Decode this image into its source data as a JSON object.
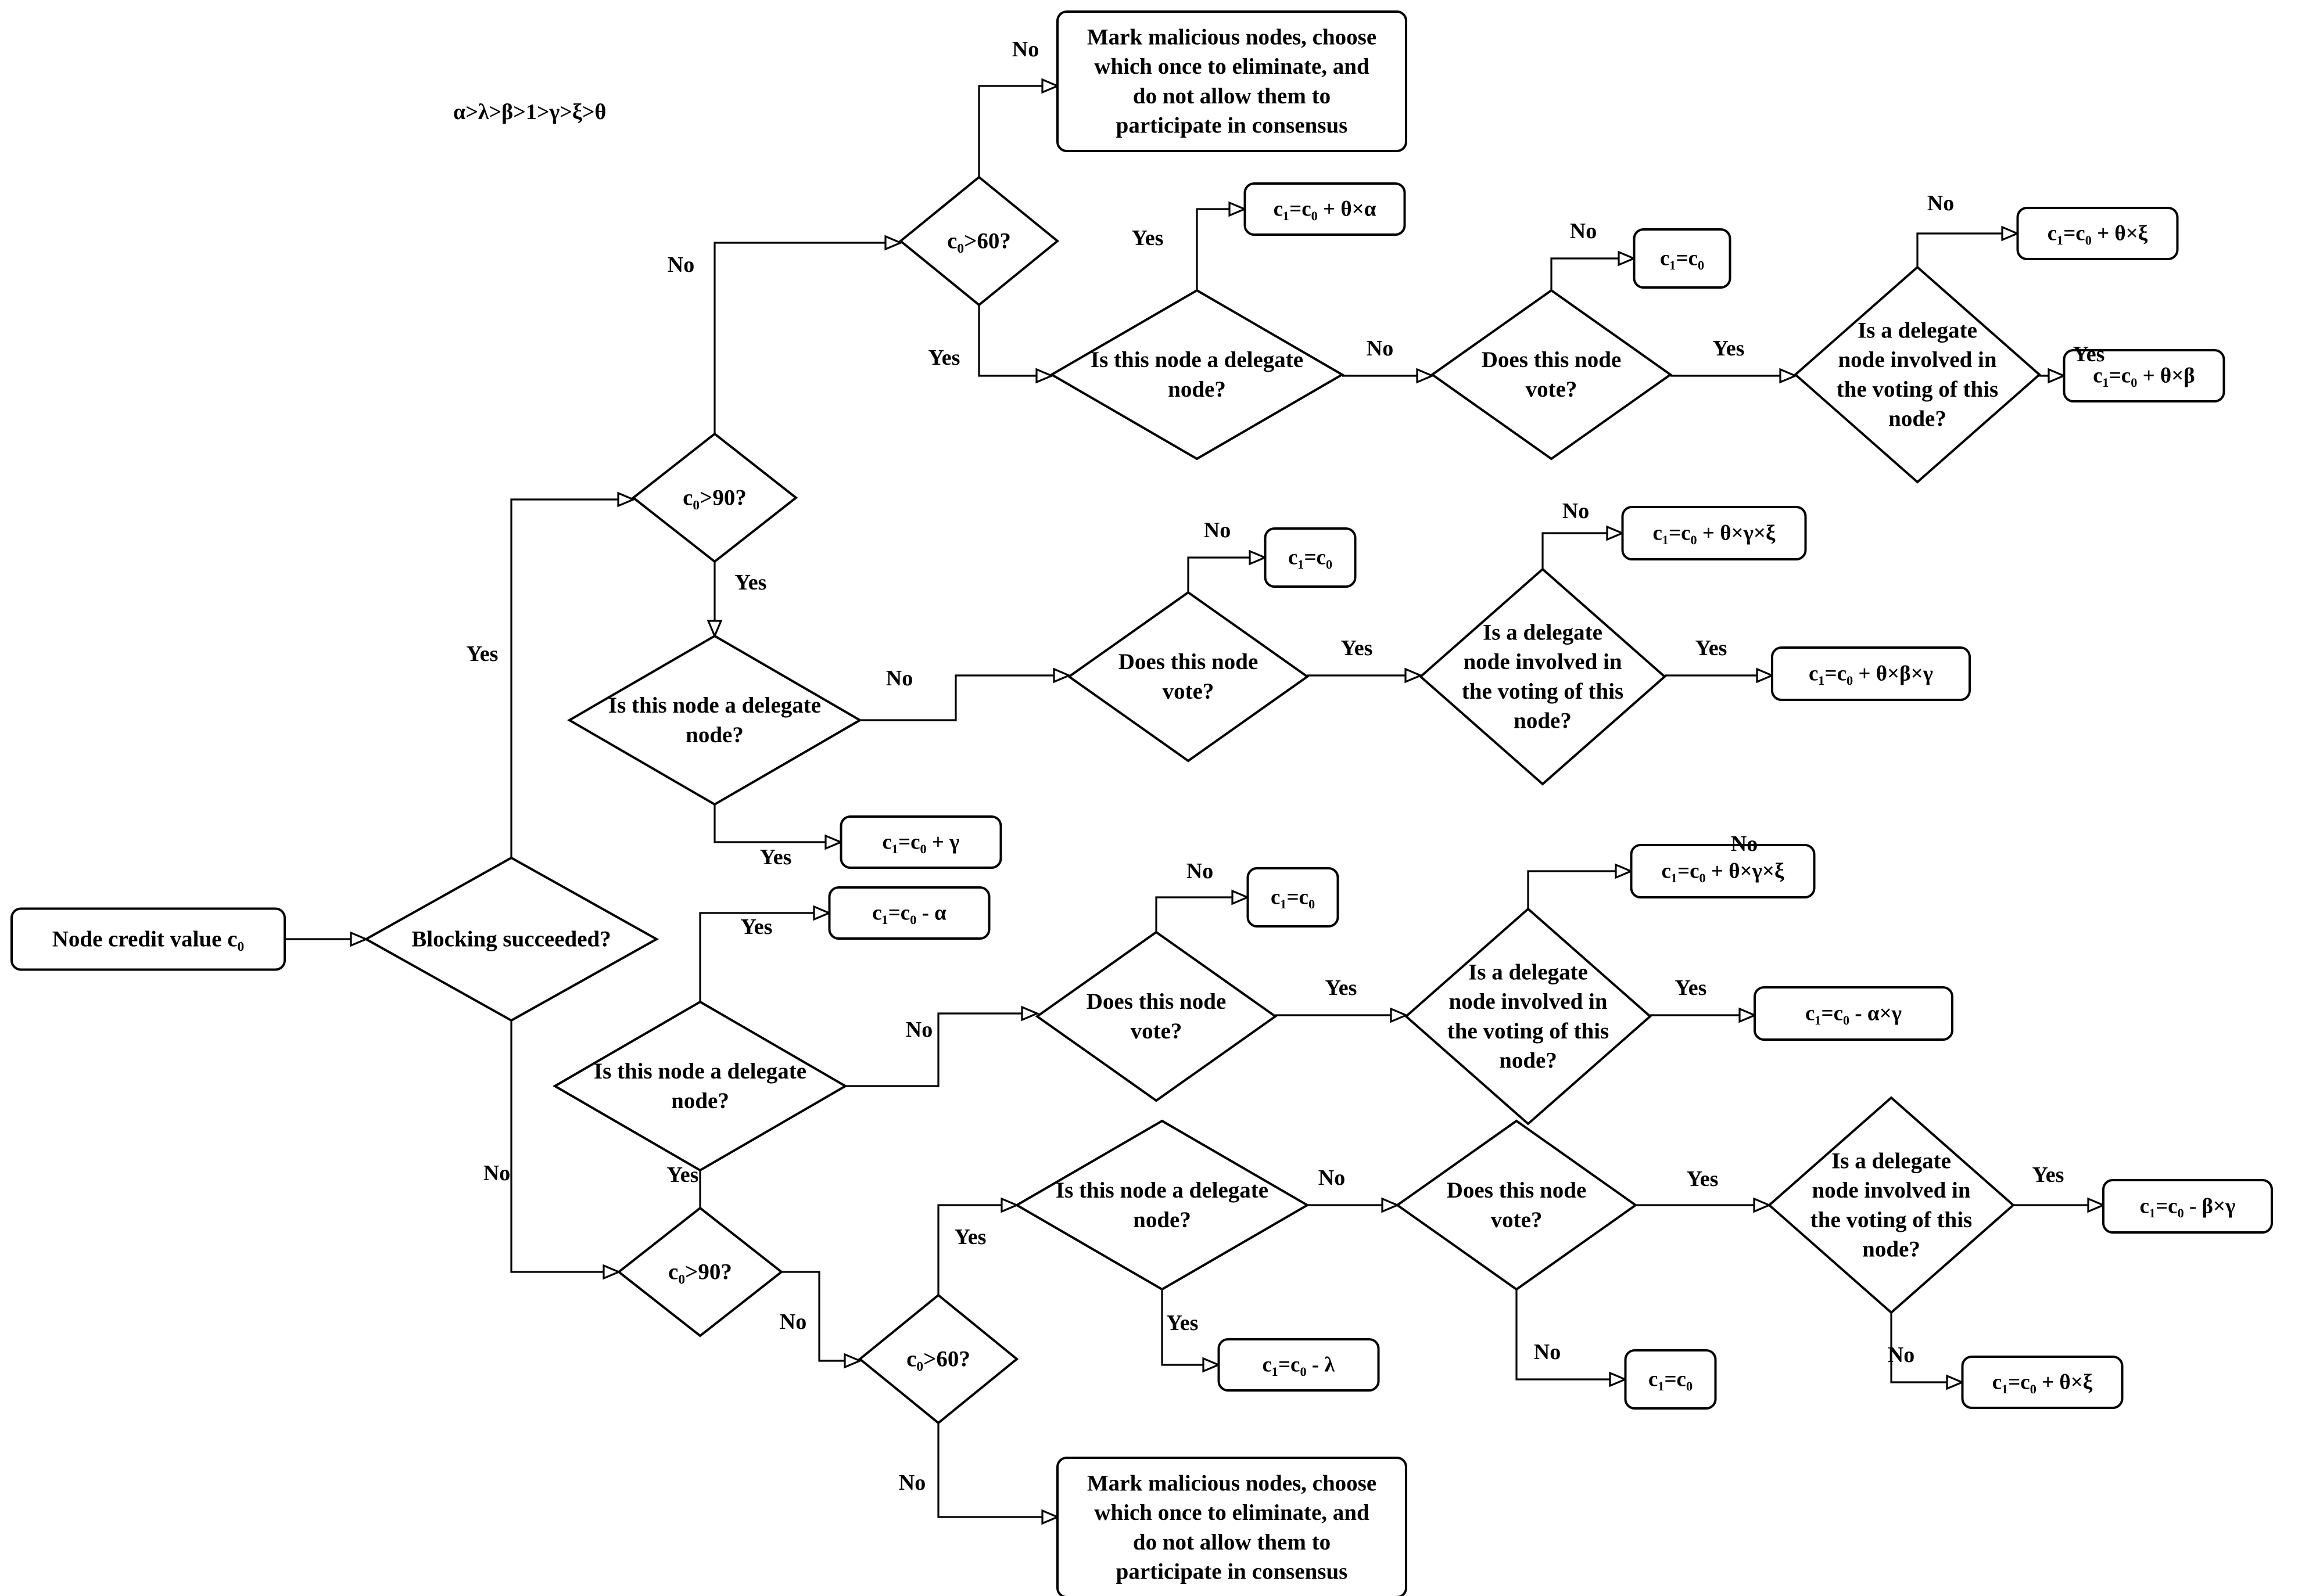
{
  "constraint": "α>λ>β>1>γ>ξ>θ",
  "labels": {
    "yes": "Yes",
    "no": "No"
  },
  "nodes": {
    "start": [
      "Node credit value c₀"
    ],
    "blocking": [
      "Blocking succeeded?"
    ],
    "a_c090": [
      "c₀>90?"
    ],
    "a_c060": [
      "c₀>60?"
    ],
    "a_mal": [
      "Mark malicious nodes, choose",
      "which once to eliminate, and",
      "do not allow them to",
      "participate in consensus"
    ],
    "a_r_alpha": [
      "c₁=c₀ + θ×α"
    ],
    "a_del1": [
      "Is this node a delegate",
      "node?"
    ],
    "a_vote1": [
      "Does this node",
      "vote?"
    ],
    "a_r_c0_1": [
      "c₁=c₀"
    ],
    "a_inv1": [
      "Is a delegate",
      "node involved in",
      "the voting of this",
      "node?"
    ],
    "a_r_xi": [
      "c₁=c₀ + θ×ξ"
    ],
    "a_r_beta": [
      "c₁=c₀ + θ×β"
    ],
    "a_del2": [
      "Is this node a delegate",
      "node?"
    ],
    "a_r_gamma": [
      "c₁=c₀ + γ"
    ],
    "a_vote2": [
      "Does this node",
      "vote?"
    ],
    "a_r_c0_2": [
      "c₁=c₀"
    ],
    "a_inv2": [
      "Is a delegate",
      "node involved in",
      "the voting of this",
      "node?"
    ],
    "a_r_gxi": [
      "c₁=c₀ + θ×γ×ξ"
    ],
    "a_r_bg": [
      "c₁=c₀ + θ×β×γ"
    ],
    "b_c090": [
      "c₀>90?"
    ],
    "b_del1": [
      "Is this node a delegate",
      "node?"
    ],
    "b_r_alpha": [
      "c₁=c₀ - α"
    ],
    "b_vote1": [
      "Does this node",
      "vote?"
    ],
    "b_r_c0_1": [
      "c₁=c₀"
    ],
    "b_inv1": [
      "Is a delegate",
      "node involved in",
      "the voting of this",
      "node?"
    ],
    "b_r_gxi": [
      "c₁=c₀ + θ×γ×ξ"
    ],
    "b_r_ag": [
      "c₁=c₀ - α×γ"
    ],
    "b_c060": [
      "c₀>60?"
    ],
    "b_mal": [
      "Mark malicious nodes, choose",
      "which once to eliminate, and",
      "do not allow them to",
      "participate in consensus"
    ],
    "b_del2": [
      "Is this node a delegate",
      "node?"
    ],
    "b_r_lambda": [
      "c₁=c₀ - λ"
    ],
    "b_vote2": [
      "Does this node",
      "vote?"
    ],
    "b_r_c0_2": [
      "c₁=c₀"
    ],
    "b_inv2": [
      "Is a delegate",
      "node involved in",
      "the voting of this",
      "node?"
    ],
    "b_r_bg": [
      "c₁=c₀ - β×γ"
    ],
    "b_r_xi": [
      "c₁=c₀ + θ×ξ"
    ]
  }
}
